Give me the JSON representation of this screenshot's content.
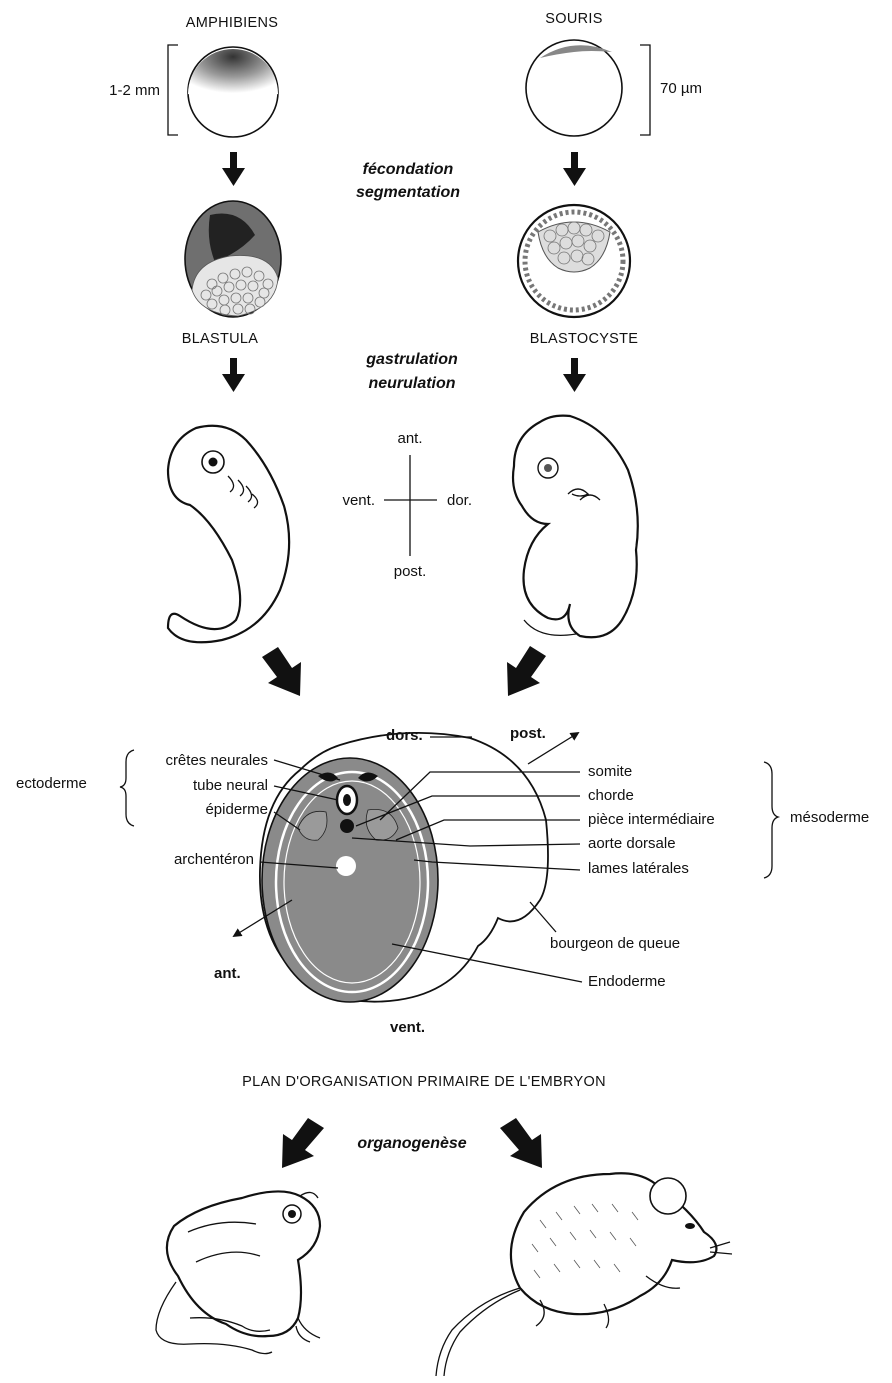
{
  "columns": {
    "left": {
      "title": "AMPHIBIENS",
      "size": "1-2 mm",
      "stage2": "BLASTULA"
    },
    "right": {
      "title": "SOURIS",
      "size": "70 µm",
      "stage2": "BLASTOCYSTE"
    }
  },
  "steps": {
    "step1": [
      "fécondation",
      "segmentation"
    ],
    "step2": [
      "gastrulation",
      "neurulation"
    ],
    "step3": "organogenèse"
  },
  "axes": {
    "ant": "ant.",
    "post": "post.",
    "vent": "vent.",
    "dor": "dor."
  },
  "section": {
    "dors": "dors.",
    "post": "post.",
    "ant": "ant.",
    "vent": "vent.",
    "ectoderme": {
      "group": "ectoderme",
      "items": [
        "crêtes neurales",
        "tube neural",
        "épiderme"
      ]
    },
    "archenteron": "archentéron",
    "mesoderme": {
      "group": "mésoderme",
      "items": [
        "somite",
        "chorde",
        "pièce intermédiaire",
        "aorte dorsale",
        "lames latérales"
      ]
    },
    "bourgeon": "bourgeon de queue",
    "endoderme": "Endoderme"
  },
  "plan_title": "PLAN D'ORGANISATION PRIMAIRE DE L'EMBRYON",
  "colors": {
    "ink": "#111111",
    "tissue": "#8a8a8a",
    "tissue_light": "#c4c4c4",
    "paper": "#ffffff"
  }
}
